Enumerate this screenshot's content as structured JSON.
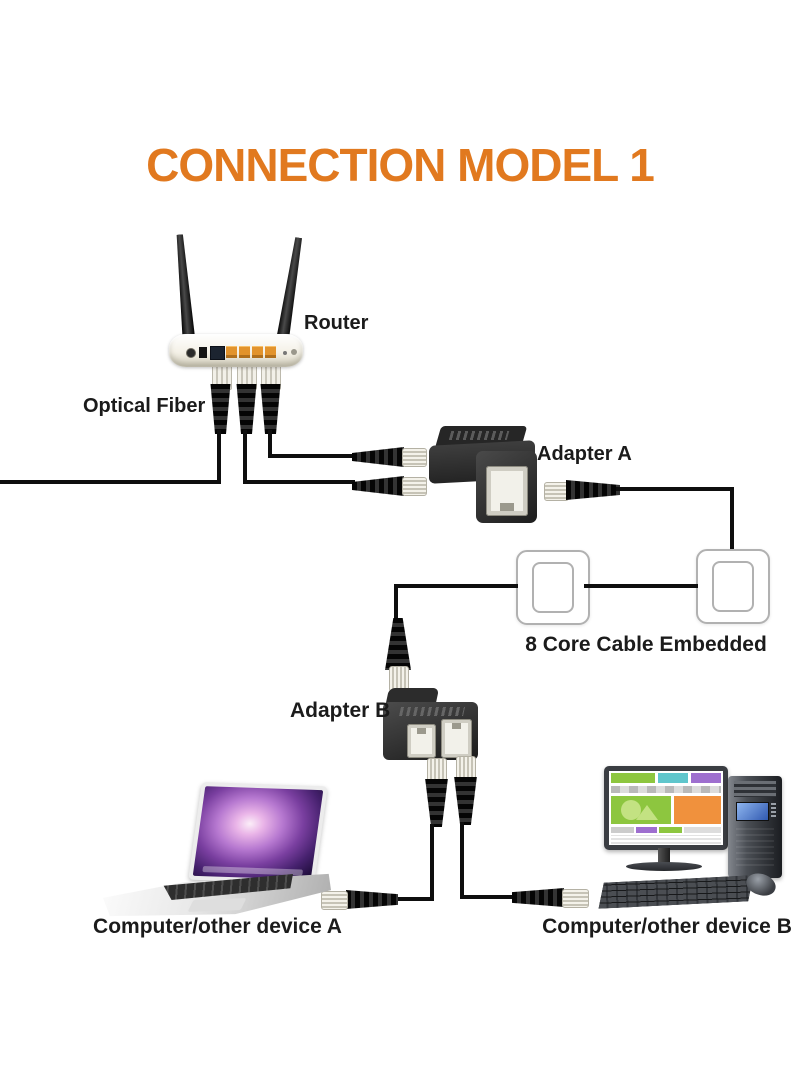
{
  "title": {
    "text": "CONNECTION MODEL 1",
    "color": "#e1791f"
  },
  "labels": {
    "router": "Router",
    "optical_fiber": "Optical Fiber",
    "adapter_a": "Adapter A",
    "core_cable": "8 Core Cable Embedded",
    "adapter_b": "Adapter B",
    "device_a": "Computer/other device A",
    "device_b": "Computer/other device B"
  },
  "colors": {
    "title_orange": "#e1791f",
    "label_black": "#1b1b1b",
    "cable_black": "#0e0e0e",
    "background": "#ffffff",
    "router_lan_port_orange": "#e2932c",
    "monitor_green": "#8dc63f",
    "monitor_cyan": "#5fc6cc",
    "monitor_purple": "#9e6fcf",
    "monitor_orange": "#f0913d",
    "laptop_screen_purple": "#7a3fa0",
    "tower_lcd_blue": "#4a7fd0"
  },
  "icons": [
    {
      "name": "router-icon",
      "meaning": "wireless router with two antennas"
    },
    {
      "name": "rj45-plug-icon",
      "meaning": "ethernet patch cable plug"
    },
    {
      "name": "adapter-a-icon",
      "meaning": "RJ45 splitter adapter, single-port side"
    },
    {
      "name": "wall-plate-icon",
      "meaning": "embedded wall cable outlet"
    },
    {
      "name": "adapter-b-icon",
      "meaning": "RJ45 splitter adapter, dual-port side"
    },
    {
      "name": "laptop-icon",
      "meaning": "laptop computer (device A)"
    },
    {
      "name": "desktop-icon",
      "meaning": "desktop computer with monitor, tower, keyboard, mouse (device B)"
    }
  ],
  "connections": [
    "Optical Fiber → Router",
    "Router → Adapter A (two patch cables)",
    "Adapter A → right wall plate",
    "Wall plate ↔ wall plate (8 core cable embedded)",
    "Left wall plate → Adapter B",
    "Adapter B → Computer/other device A",
    "Adapter B → Computer/other device B"
  ]
}
